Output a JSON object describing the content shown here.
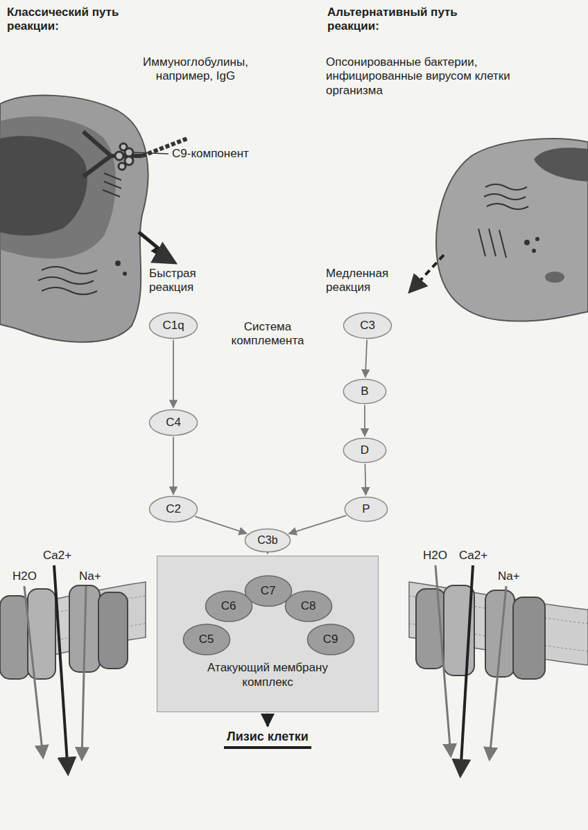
{
  "diagram": {
    "nodes": [
      {
        "text": [
          "C1q"
        ]
      },
      {
        "text": [
          "C3"
        ]
      },
      {
        "text": [
          "C4"
        ]
      },
      {
        "text": [
          "B"
        ]
      },
      {
        "text": [
          "D"
        ]
      },
      {
        "text": [
          "C2"
        ]
      },
      {
        "text": [
          "P"
        ]
      },
      {
        "text": [
          "C3b"
        ]
      },
      {
        "text": [
          "Атакующий мембрану комплекс"
        ]
      },
      {
        "text": [
          "C7"
        ],
        "in": 8
      },
      {
        "text": [
          "C6"
        ],
        "in": 8
      },
      {
        "text": [
          "C8"
        ],
        "in": 8
      },
      {
        "text": [
          "C5"
        ],
        "in": 8
      },
      {
        "text": [
          "C9"
        ],
        "in": 8
      },
      {
        "text": [
          "Лизис клетки"
        ]
      }
    ],
    "edges": [
      {
        "from": 0,
        "to": 2,
        "arrow": "to"
      },
      {
        "from": 2,
        "to": 5,
        "arrow": "to"
      },
      {
        "from": 5,
        "to": 7,
        "arrow": "to"
      },
      {
        "from": 1,
        "to": 3,
        "arrow": "to"
      },
      {
        "from": 3,
        "to": 4,
        "arrow": "to"
      },
      {
        "from": 4,
        "to": 6,
        "arrow": "to"
      },
      {
        "from": 6,
        "to": 7,
        "arrow": "to"
      },
      {
        "from": 7,
        "to": 8,
        "arrow": "to"
      },
      {
        "from": 8,
        "to": 14,
        "arrow": "to"
      }
    ],
    "labels": [
      "Классический путь реакции:",
      "Альтернативный путь реакции:",
      "Иммуноглобулины, например, IgG",
      "C9-компонент",
      "Опсонированные бактерии, инфицированные вирусом клетки организма",
      "Быстрая реакция",
      "Медленная реакция",
      "Система комплемента",
      "H2O",
      "Ca2+",
      "Na+",
      "H2O",
      "Ca2+",
      "Na+"
    ]
  }
}
